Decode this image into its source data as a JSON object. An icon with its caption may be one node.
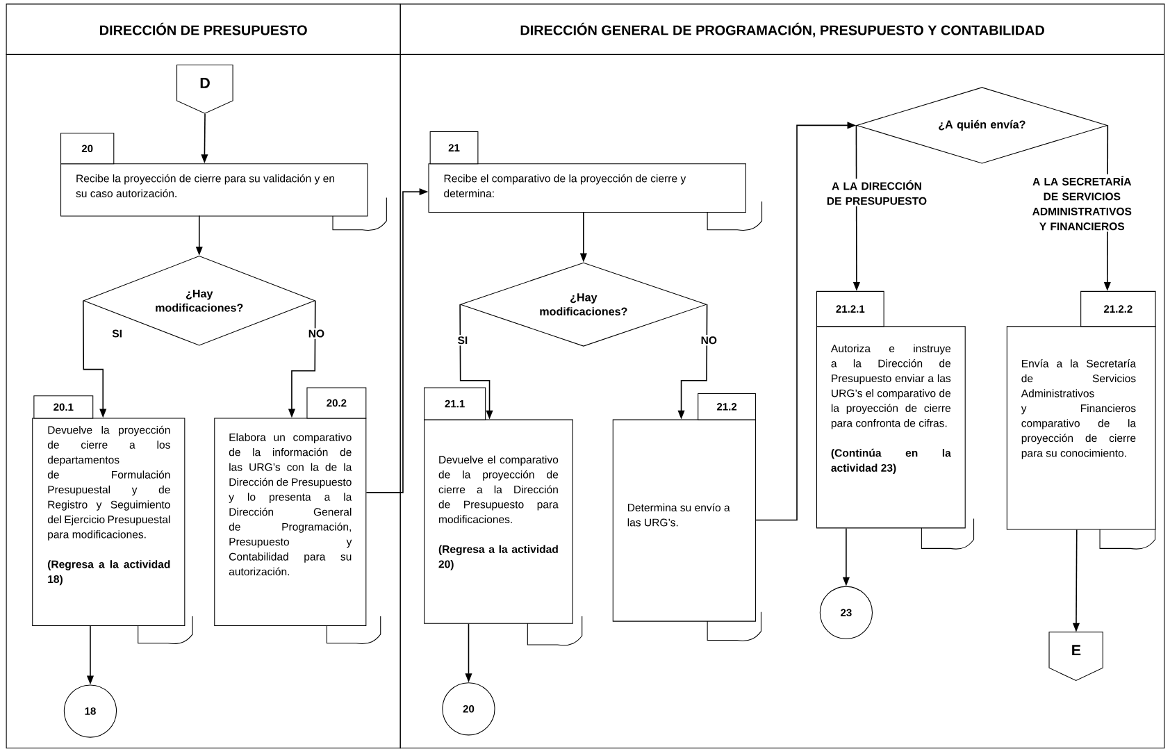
{
  "diagram": {
    "nodes": [
      {
        "text": [
          "DIRECCIÓN DE PRESUPUESTO"
        ]
      },
      {
        "text": [
          "DIRECCIÓN GENERAL DE PROGRAMACIÓN, PRESUPUESTO Y CONTABILIDAD"
        ]
      },
      {
        "text": [
          "D"
        ],
        "in": 0
      },
      {
        "text": [
          "20",
          "Recibe la proyección de cierre para su validación y en su caso autorización."
        ],
        "in": 0
      },
      {
        "text": [
          "¿Hay modificaciones?"
        ],
        "in": 0
      },
      {
        "text": [
          "20.1",
          "Devuelve la proyección de cierre a los departamentos de Formulación Presupuestal y de Registro y Seguimiento del Ejercicio Presupuestal para modificaciones.",
          "(Regresa a la actividad 18)"
        ],
        "in": 0
      },
      {
        "text": [
          "20.2",
          "Elabora un comparativo de la información de las URG’s con la de la Dirección de Presupuesto y lo presenta a la Dirección General de Programación, Presupuesto y Contabilidad para su autorización."
        ],
        "in": 0
      },
      {
        "text": [
          "18"
        ],
        "in": 0
      },
      {
        "text": [
          "21",
          "Recibe el comparativo de la proyección de cierre y determina:"
        ],
        "in": 1
      },
      {
        "text": [
          "¿Hay modificaciones?"
        ],
        "in": 1
      },
      {
        "text": [
          "21.1",
          "Devuelve el comparativo de la proyección de cierre a la Dirección de Presupuesto para modificaciones.",
          "(Regresa a la actividad 20)"
        ],
        "in": 1
      },
      {
        "text": [
          "21.2",
          "Determina su envío a las URG’s."
        ],
        "in": 1
      },
      {
        "text": [
          "20"
        ],
        "in": 1
      },
      {
        "text": [
          "¿A quién envía?"
        ],
        "in": 1
      },
      {
        "text": [
          "21.2.1",
          "Autoriza e instruye a la Dirección de Presupuesto enviar a las URG’s el comparativo de la proyección de cierre para confronta de cifras.",
          "(Continúa en la actividad 23)"
        ],
        "in": 1
      },
      {
        "text": [
          "21.2.2",
          "Envía a la Secretaría de Servicios Administrativos y Financieros comparativo de la proyección de cierre para su conocimiento."
        ],
        "in": 1
      },
      {
        "text": [
          "23"
        ],
        "in": 1
      },
      {
        "text": [
          "E"
        ],
        "in": 1
      }
    ],
    "edges": [
      {
        "from": 2,
        "to": 3,
        "arrow": "to"
      },
      {
        "from": 3,
        "to": 4,
        "arrow": "to"
      },
      {
        "from": 4,
        "to": 5,
        "arrow": "to",
        "label": "SI"
      },
      {
        "from": 4,
        "to": 6,
        "arrow": "to",
        "label": "NO"
      },
      {
        "from": 5,
        "to": 7,
        "arrow": "to"
      },
      {
        "from": 6,
        "to": 8,
        "arrow": "to"
      },
      {
        "from": 8,
        "to": 9,
        "arrow": "to"
      },
      {
        "from": 9,
        "to": 10,
        "arrow": "to",
        "label": "SI"
      },
      {
        "from": 9,
        "to": 11,
        "arrow": "to",
        "label": "NO"
      },
      {
        "from": 10,
        "to": 12,
        "arrow": "to"
      },
      {
        "from": 11,
        "to": 13,
        "arrow": "to"
      },
      {
        "from": 13,
        "to": 14,
        "arrow": "to",
        "label": "A LA DIRECCIÓN DE PRESUPUESTO"
      },
      {
        "from": 13,
        "to": 15,
        "arrow": "to",
        "label": "A LA SECRETARÍA DE SERVICIOS ADMINISTRATIVOS Y FINANCIEROS"
      },
      {
        "from": 14,
        "to": 16,
        "arrow": "to"
      },
      {
        "from": 15,
        "to": 17,
        "arrow": "to"
      }
    ]
  }
}
